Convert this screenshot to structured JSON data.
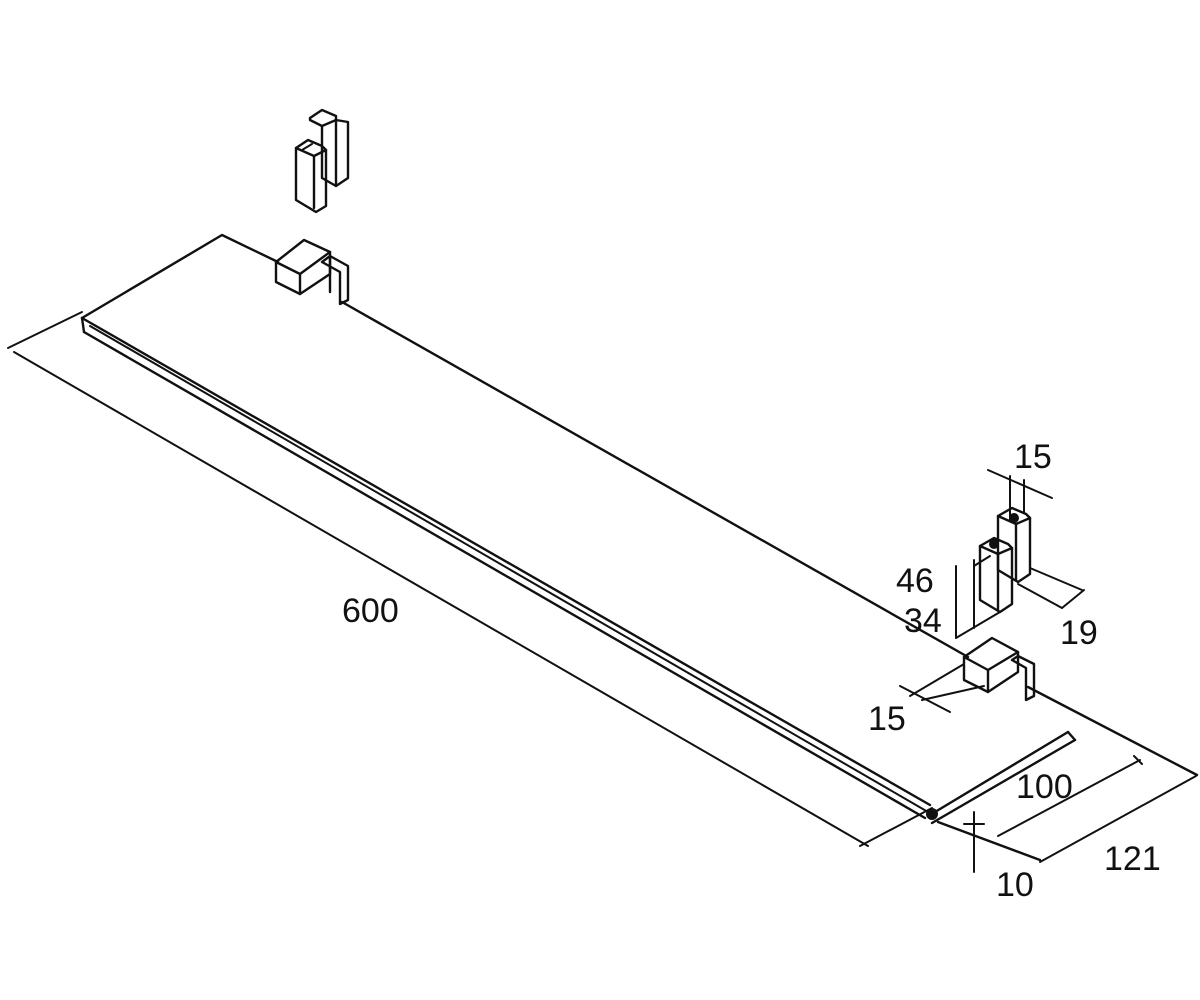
{
  "drawing": {
    "line_color": "#111111",
    "background": "#ffffff",
    "dimensions": {
      "length": "600",
      "top_width": "15",
      "height_outer": "46",
      "height_inner": "34",
      "depth": "19",
      "side_offset": "15",
      "inner_span": "100",
      "overall_width": "121",
      "thickness": "10"
    }
  }
}
